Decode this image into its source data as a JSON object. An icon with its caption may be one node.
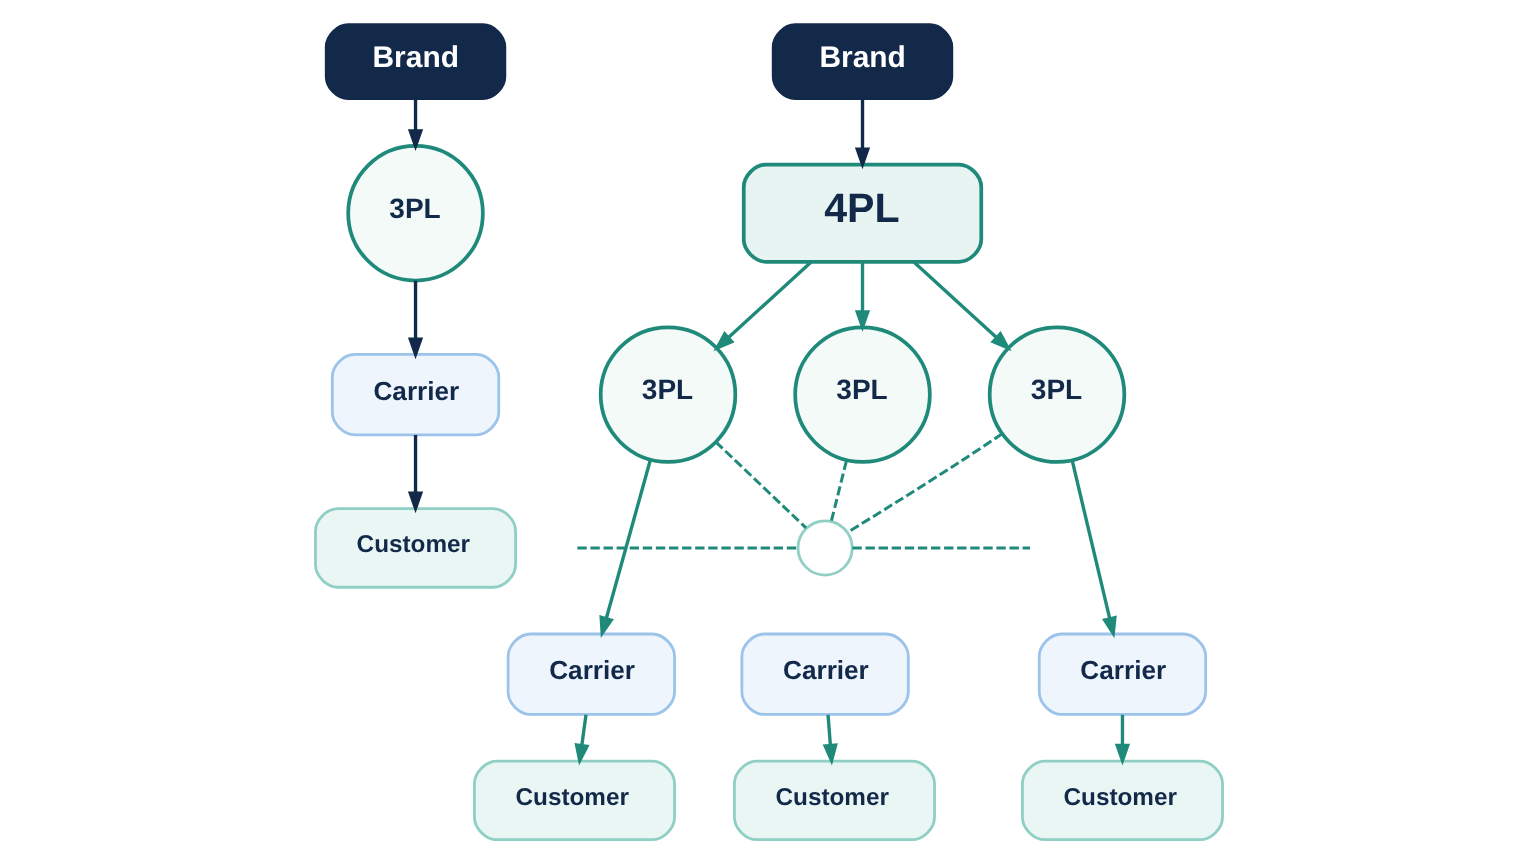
{
  "diagram": {
    "nodes": [
      {
        "text": [
          "Brand"
        ]
      },
      {
        "text": [
          "3PL"
        ]
      },
      {
        "text": [
          "Carrier"
        ]
      },
      {
        "text": [
          "Customer"
        ]
      },
      {
        "text": [
          "Brand"
        ]
      },
      {
        "text": [
          "4PL"
        ]
      },
      {
        "text": [
          "3PL"
        ]
      },
      {
        "text": [
          "3PL"
        ]
      },
      {
        "text": [
          "3PL"
        ]
      },
      {
        "text": [],
        "shape": "circle"
      },
      {
        "text": [
          "Carrier"
        ]
      },
      {
        "text": [
          "Carrier"
        ]
      },
      {
        "text": [
          "Carrier"
        ]
      },
      {
        "text": [
          "Customer"
        ]
      },
      {
        "text": [
          "Customer"
        ]
      },
      {
        "text": [
          "Customer"
        ]
      }
    ],
    "edges": [
      {
        "from": 0,
        "to": 1,
        "arrow": "to",
        "color": "#12294a"
      },
      {
        "from": 1,
        "to": 2,
        "arrow": "to",
        "color": "#12294a"
      },
      {
        "from": 2,
        "to": 3,
        "arrow": "to",
        "color": "#12294a"
      },
      {
        "from": 4,
        "to": 5,
        "arrow": "to",
        "color": "#12294a"
      },
      {
        "from": 5,
        "to": 6,
        "arrow": "to"
      },
      {
        "from": 5,
        "to": 7,
        "arrow": "to"
      },
      {
        "from": 5,
        "to": 8,
        "arrow": "to"
      },
      {
        "from": 6,
        "to": 9,
        "arrow": "none",
        "style": "dashed"
      },
      {
        "from": 7,
        "to": 9,
        "arrow": "none",
        "style": "dashed"
      },
      {
        "from": 8,
        "to": 9,
        "arrow": "none",
        "style": "dashed"
      },
      {
        "from": null,
        "to": 9,
        "arrow": "none",
        "style": "dashed"
      },
      {
        "from": 9,
        "to": null,
        "arrow": "none",
        "style": "dashed"
      },
      {
        "from": 6,
        "to": 10,
        "arrow": "to"
      },
      {
        "from": 8,
        "to": 12,
        "arrow": "to"
      },
      {
        "from": 10,
        "to": 13,
        "arrow": "to"
      },
      {
        "from": 11,
        "to": 14,
        "arrow": "to"
      },
      {
        "from": 12,
        "to": 15,
        "arrow": "to"
      }
    ]
  }
}
